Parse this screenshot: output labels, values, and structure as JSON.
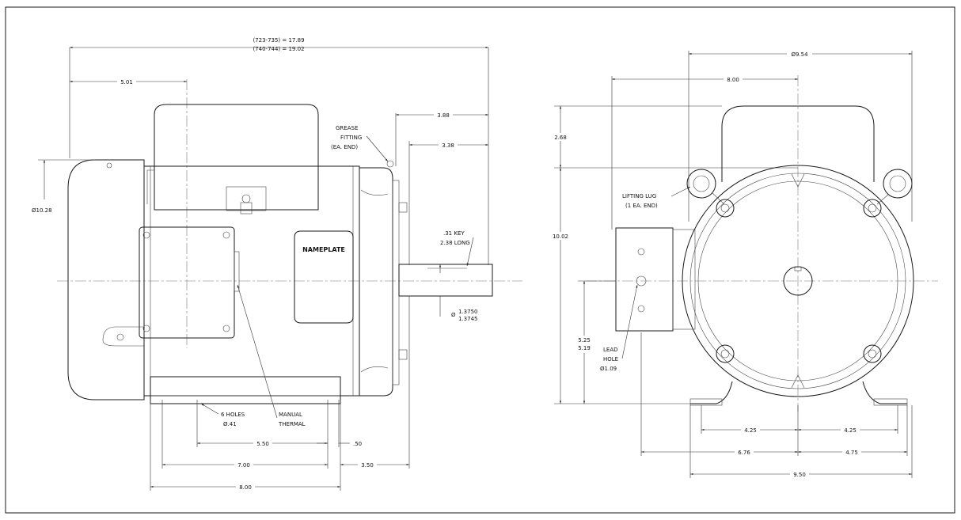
{
  "left_view": {
    "overall_len_1": "(723-735) = 17.89",
    "overall_len_2": "(740-744) = 19.02",
    "dim_5_01": "5.01",
    "dim_3_88": "3.88",
    "dim_3_38": "3.38",
    "dia_10_28": "Ø10.28",
    "grease_1": "GREASE",
    "grease_2": "FITTING",
    "grease_3": "(EA. END)",
    "nameplate": "NAMEPLATE",
    "key_1": ".31 KEY",
    "key_2": "2.38 LONG",
    "shaft_dia_1": "1.3750",
    "shaft_dia_2": "1.3745",
    "shaft_dia_sym": "Ø",
    "holes_1": "6 HOLES",
    "holes_2": "Ø.41",
    "manual_1": "MANUAL",
    "manual_2": "THERMAL",
    "dim_5_50": "5.50",
    "dim_50": ".50",
    "dim_7_00": "7.00",
    "dim_3_50": "3.50",
    "dim_8_00": "8.00"
  },
  "right_view": {
    "dia_9_54": "Ø9.54",
    "dim_8_00": "8.00",
    "dim_2_68": "2.68",
    "dim_10_02": "10.02",
    "lifting_1": "LIFTING LUG",
    "lifting_2": "(1 EA. END)",
    "dim_5_25": "5.25",
    "dim_5_19": "5.19",
    "lead_1": "LEAD",
    "lead_2": "HOLE",
    "lead_3": "Ø1.09",
    "dim_4_25_l": "4.25",
    "dim_4_25_r": "4.25",
    "dim_6_76": "6.76",
    "dim_4_75": "4.75",
    "dim_9_50": "9.50"
  }
}
